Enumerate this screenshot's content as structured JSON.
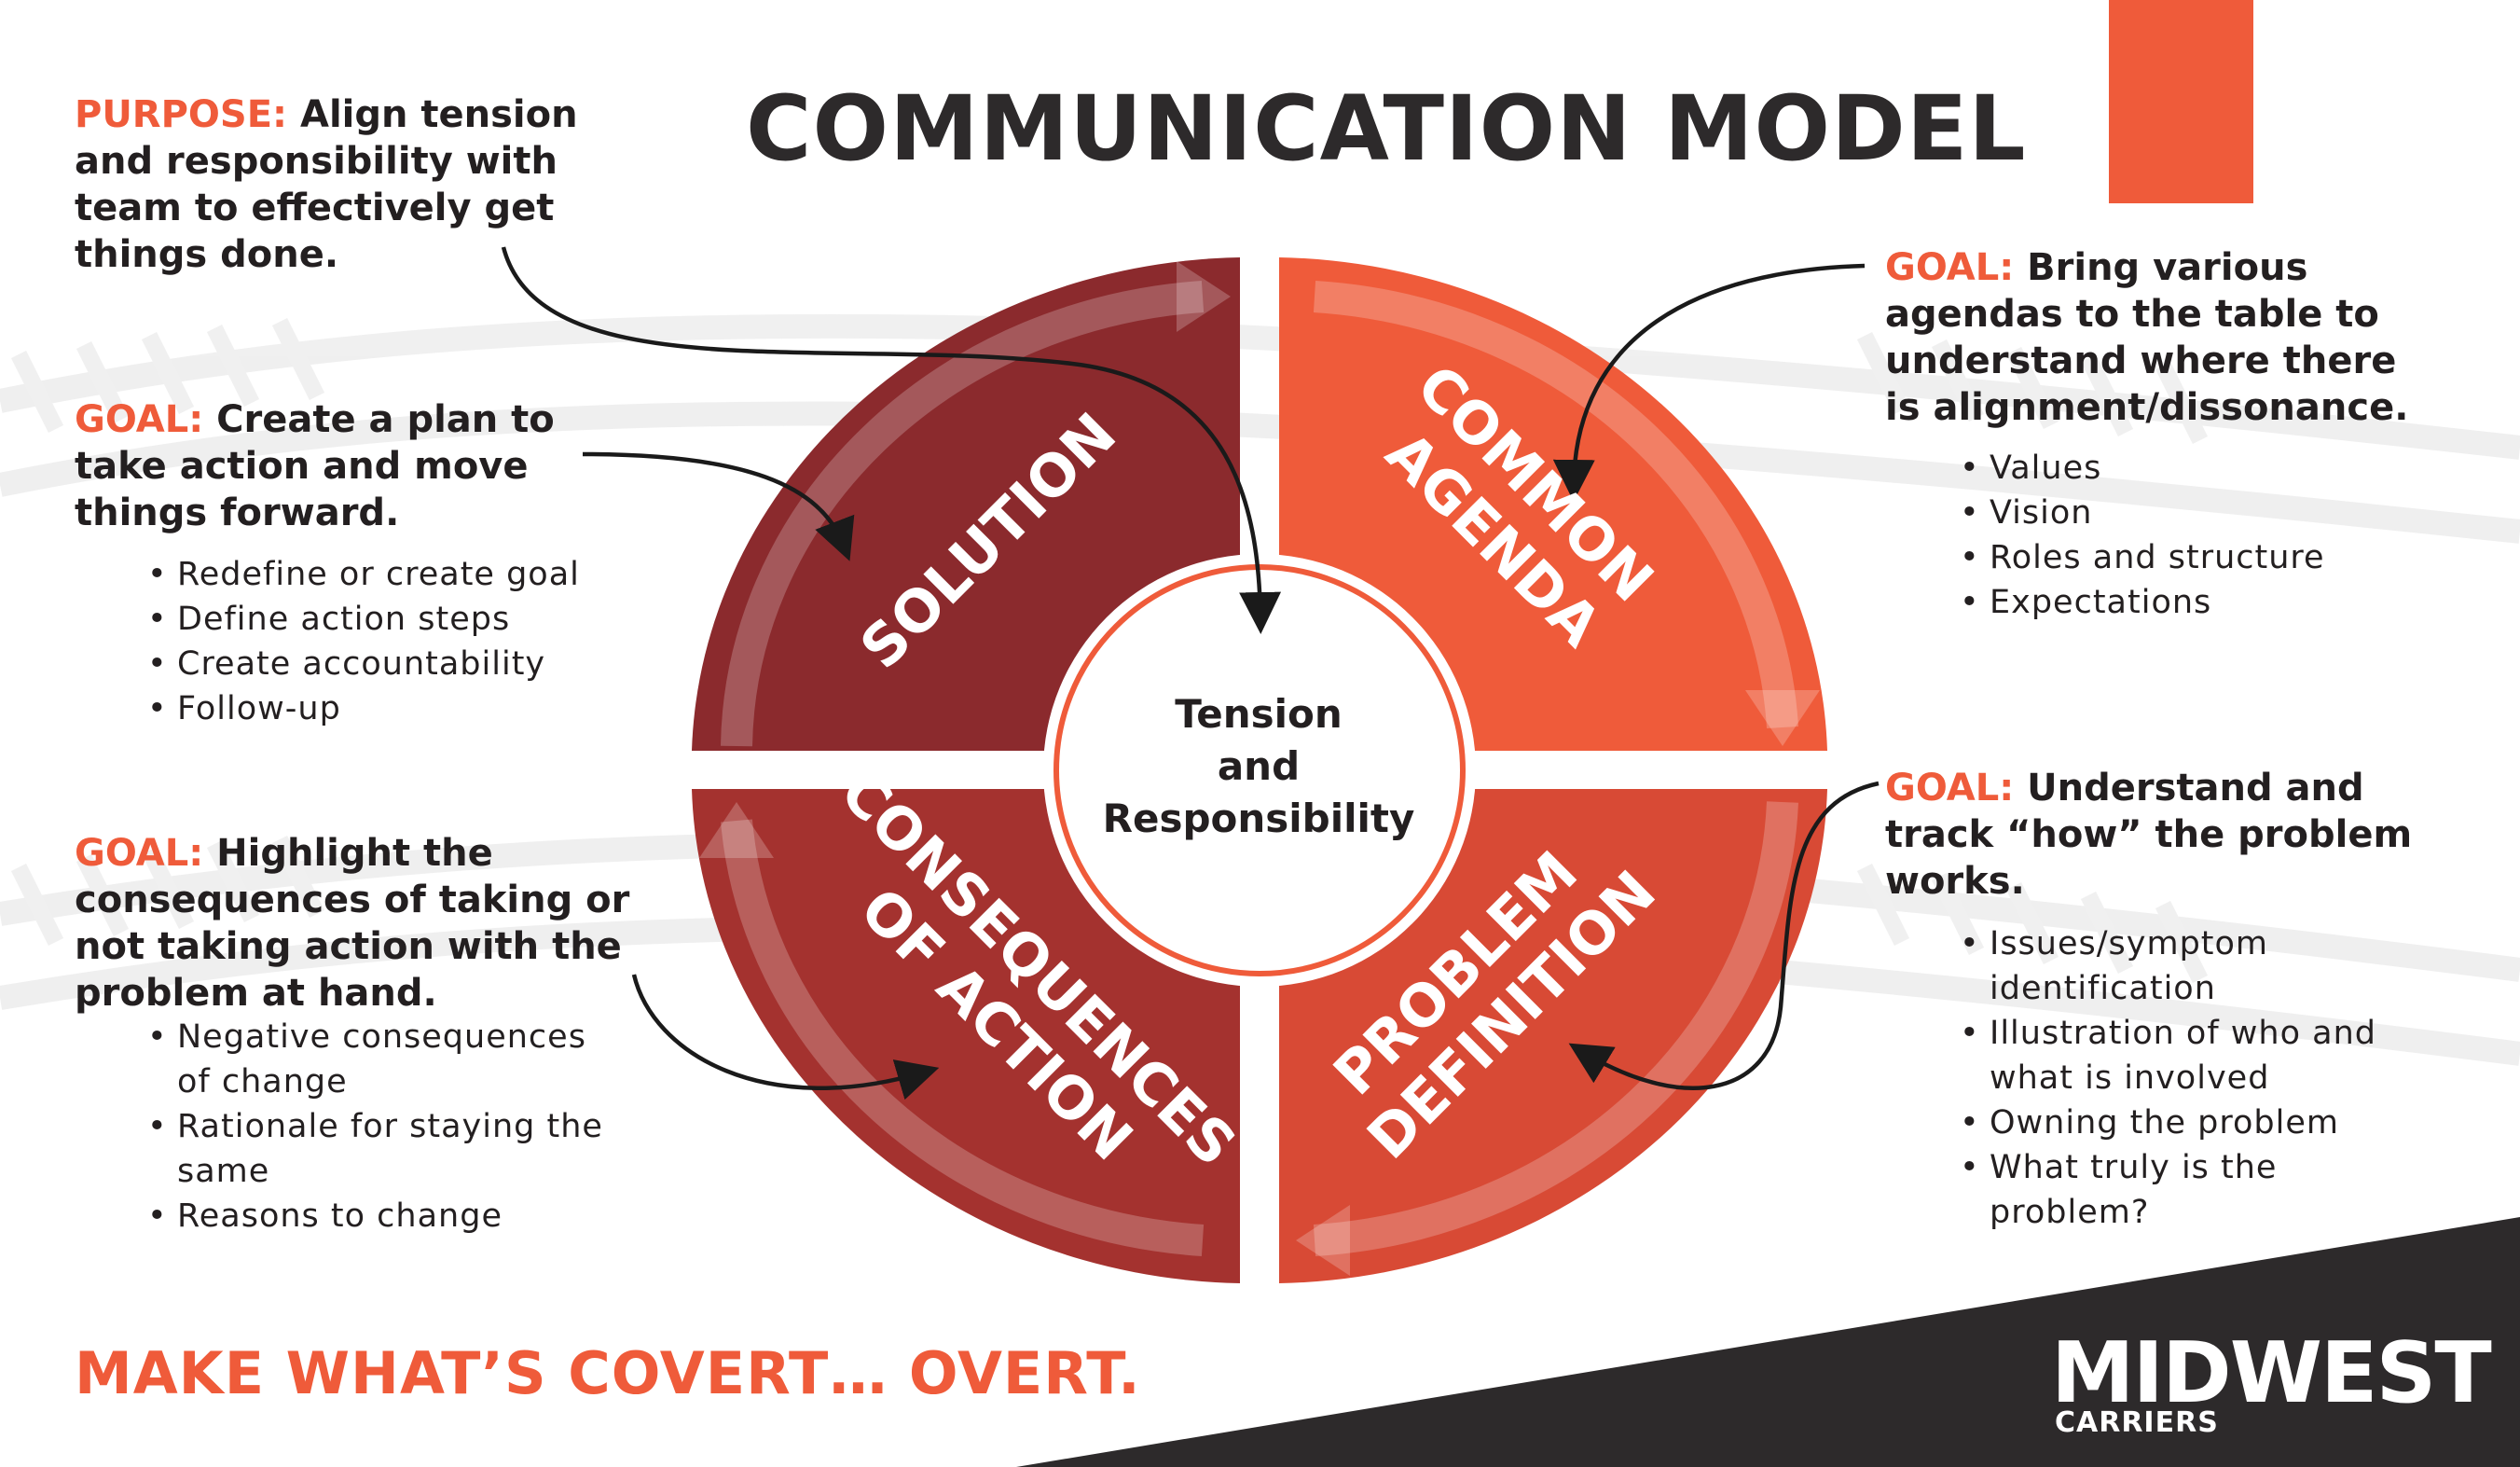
{
  "title": "COMMUNICATION MODEL",
  "colors": {
    "accent": "#ef5b3a",
    "solution": "#8b2a2d",
    "common_agenda": "#ef5b3a",
    "problem_definition": "#d84a35",
    "consequences": "#a4322f",
    "dark": "#2d2a2b"
  },
  "purpose": {
    "label": "PURPOSE:",
    "lines": [
      "Align tension",
      "and responsibility with",
      "team to effectively get",
      "things done."
    ]
  },
  "solution_goal": {
    "label": "GOAL:",
    "lines": [
      "Create a plan to",
      "take action and move",
      "things forward."
    ],
    "bullets": [
      "Redefine or create goal",
      "Define action steps",
      "Create accountability",
      "Follow-up"
    ]
  },
  "consequences_goal": {
    "label": "GOAL:",
    "lines": [
      "Highlight the",
      "consequences of taking or",
      "not taking action with the",
      "problem at hand."
    ],
    "bullets": [
      "Negative consequences",
      "of change",
      "Rationale for staying the",
      "same",
      "Reasons to change"
    ]
  },
  "agenda_goal": {
    "label": "GOAL:",
    "lines": [
      "Bring various",
      "agendas to the table to",
      "understand where there",
      "is alignment/dissonance."
    ],
    "bullets": [
      "Values",
      "Vision",
      "Roles and structure",
      "Expectations"
    ]
  },
  "problem_goal": {
    "label": "GOAL:",
    "lines": [
      "Understand and",
      "track “how” the problem",
      "works."
    ],
    "bullets": [
      "Issues/symptom",
      "identification",
      "Illustration of who and",
      "what is involved",
      "Owning the problem",
      "What truly is the",
      "problem?"
    ]
  },
  "quadrants": {
    "solution": [
      "SOLUTION"
    ],
    "common_agenda": [
      "COMMON",
      "AGENDA"
    ],
    "problem_definition": [
      "PROBLEM",
      "DEFINITION"
    ],
    "consequences": [
      "CONSEQUENCES",
      "OF ACTION"
    ]
  },
  "center": [
    "Tension",
    "and",
    "Responsibility"
  ],
  "slogan": "MAKE WHAT’S COVERT… OVERT.",
  "logo": {
    "main": "MIDWEST",
    "sub": "CARRIERS"
  }
}
